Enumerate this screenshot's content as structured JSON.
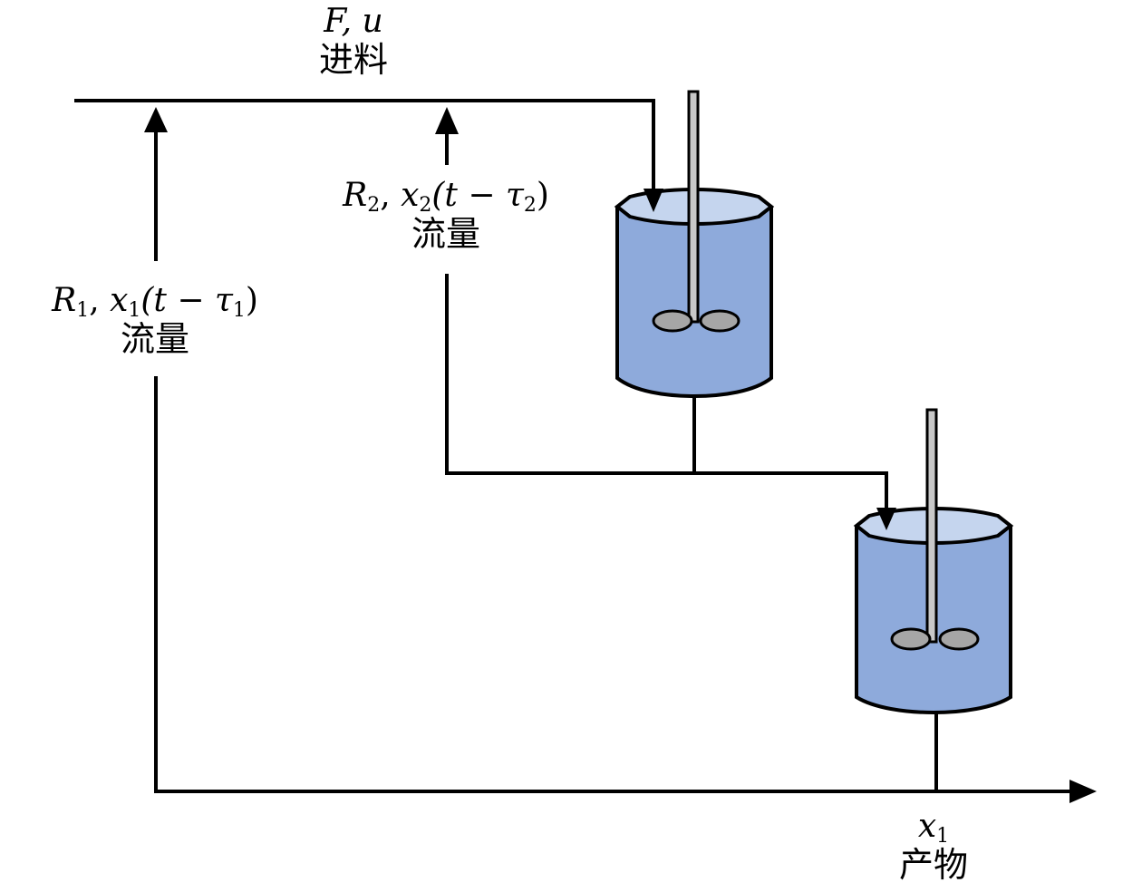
{
  "feed": {
    "symbol": "F, u",
    "label": "进料"
  },
  "recycle1": {
    "r": "R",
    "r_sub": "1",
    "x": "x",
    "x_sub": "1",
    "arg": "(t − τ",
    "arg_sub": "1",
    "close": ")",
    "label": "流量"
  },
  "recycle2": {
    "r": "R",
    "r_sub": "2",
    "x": "x",
    "x_sub": "2",
    "arg": "(t − τ",
    "arg_sub": "2",
    "close": ")",
    "label": "流量"
  },
  "product": {
    "symbol": "x",
    "symbol_sub": "1",
    "label": "产物"
  },
  "colors": {
    "line": "#000000",
    "tank_body": "#8eaadb",
    "tank_top": "#c5d5ee",
    "shaft": "#c8c8c8",
    "impeller": "#a6a6a6"
  }
}
